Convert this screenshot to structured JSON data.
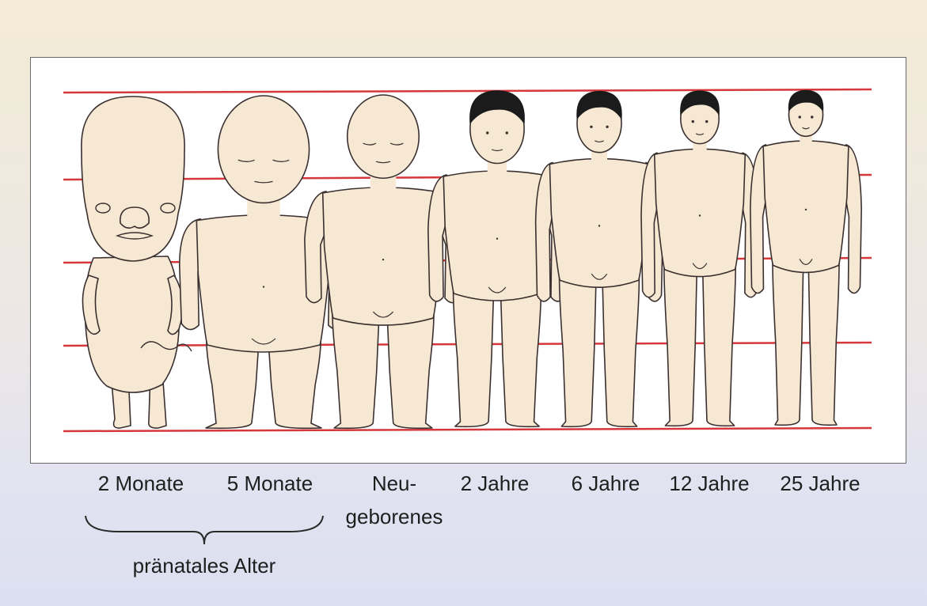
{
  "figure": {
    "stages": [
      {
        "id": "2-monate",
        "label": "2 Monate",
        "label2": ""
      },
      {
        "id": "5-monate",
        "label": "5 Monate",
        "label2": ""
      },
      {
        "id": "neugeborenes",
        "label": "Neu-",
        "label2": "geborenes"
      },
      {
        "id": "2-jahre",
        "label": "2 Jahre",
        "label2": ""
      },
      {
        "id": "6-jahre",
        "label": "6 Jahre",
        "label2": ""
      },
      {
        "id": "12-jahre",
        "label": "12 Jahre",
        "label2": ""
      },
      {
        "id": "25-jahre",
        "label": "25 Jahre",
        "label2": ""
      }
    ],
    "brace_caption": "pränatales Alter",
    "colors": {
      "guide_line": "#d6373a",
      "skin": "#f7e8d3",
      "outline": "#3a3030",
      "hair": "#1b1b1b",
      "panel": "#ffffff"
    }
  }
}
